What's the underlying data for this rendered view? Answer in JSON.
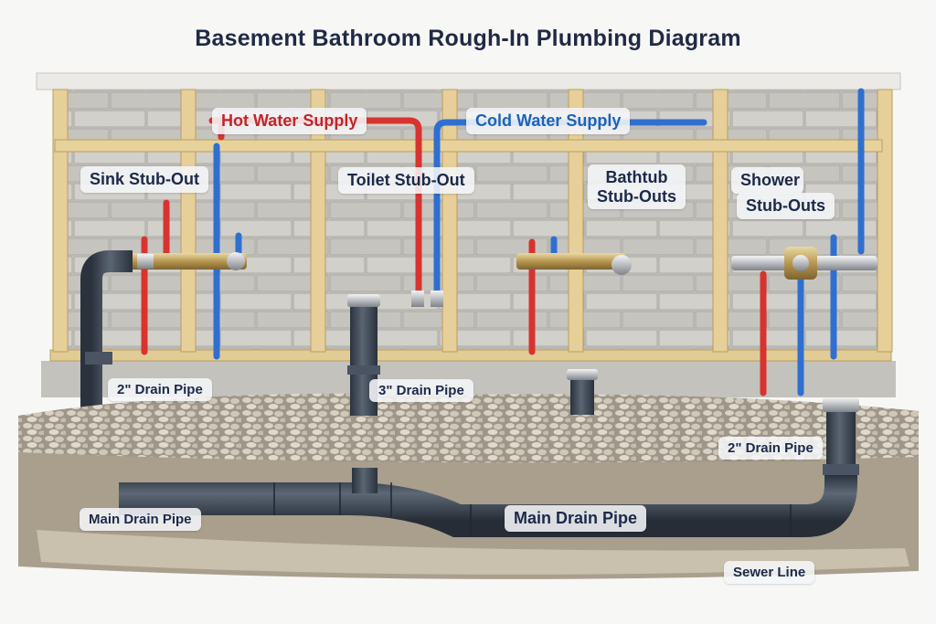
{
  "title": "Basement Bathroom Rough-In Plumbing Diagram",
  "supply_labels": {
    "hot": "Hot Water Supply",
    "cold": "Cold Water Supply"
  },
  "fixture_labels": {
    "sink": "Sink Stub-Out",
    "toilet": "Toilet Stub-Out",
    "bathtub_line1": "Bathtub",
    "bathtub_line2": "Stub-Outs",
    "shower_line1": "Shower",
    "shower_line2": "Stub-Outs"
  },
  "drain_labels": {
    "sink_drain": "2\" Drain Pipe",
    "toilet_drain": "3\" Drain Pipe",
    "shower_drain": "2\" Drain Pipe",
    "main_left": "Main Drain Pipe",
    "main_center": "Main Drain Pipe",
    "sewer": "Sewer Line"
  },
  "colors": {
    "hot_pipe": "#d8332f",
    "cold_pipe": "#2f6fd0",
    "drain_pipe": "#3c4654",
    "stud": "#e5cf9a",
    "block_wall": "#c9c7c2",
    "gravel": "#b8b1a2",
    "soil": "#a89f8d",
    "title_text": "#1f2a44"
  }
}
